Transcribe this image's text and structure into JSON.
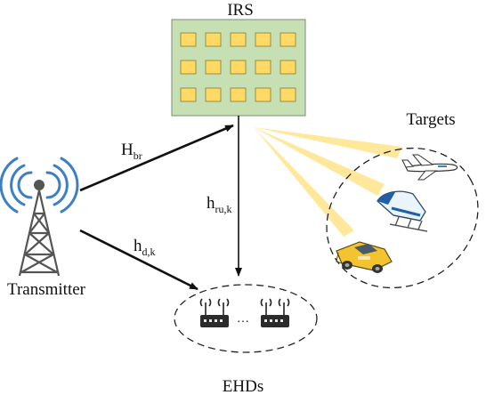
{
  "irs": {
    "label": "IRS"
  },
  "targets": {
    "label": "Targets"
  },
  "transmitter": {
    "label": "Transmitter"
  },
  "ehds": {
    "label": "EHDs",
    "ellipsis": "…"
  },
  "channels": {
    "h_br": {
      "main": "H",
      "sub": "br"
    },
    "h_ru": {
      "main": "h",
      "sub": "ru,k"
    },
    "h_d": {
      "main": "h",
      "sub": "d,k"
    }
  },
  "colors": {
    "irs_panel": "#c6e0b4",
    "irs_element": "#ffd966",
    "beam": "#ffe38a",
    "antenna_waves": "#3d7fc4",
    "arrow": "#111111"
  },
  "icons": {
    "transmitter": "radio-tower-icon",
    "targets": [
      "airplane-icon",
      "train-icon",
      "car-icon"
    ],
    "ehd": "router-icon"
  }
}
